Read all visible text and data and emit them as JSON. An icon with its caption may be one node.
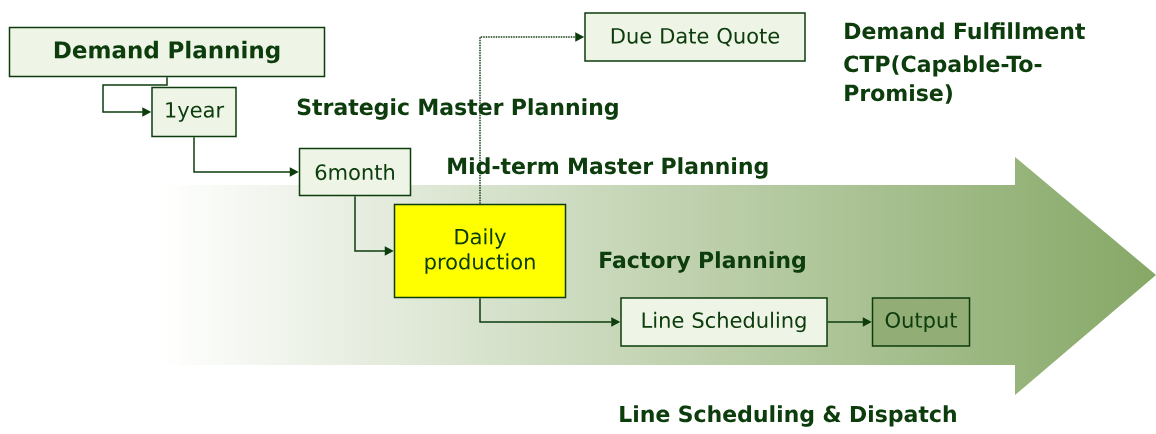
{
  "diagram": {
    "nodes": [
      {
        "text": [
          "Demand Planning"
        ]
      },
      {
        "text": [
          "1year"
        ]
      },
      {
        "text": [
          "6month"
        ]
      },
      {
        "text": [
          "Daily production"
        ]
      },
      {
        "text": [
          "Due Date Quote"
        ]
      },
      {
        "text": [
          "Line Scheduling"
        ]
      },
      {
        "text": [
          "Output"
        ]
      }
    ],
    "edges": [
      {
        "from": 0,
        "to": 1,
        "arrow": "to"
      },
      {
        "from": 1,
        "to": 2,
        "arrow": "to"
      },
      {
        "from": 2,
        "to": 3,
        "arrow": "to"
      },
      {
        "from": 3,
        "to": 4,
        "arrow": "to",
        "style": "dashed"
      },
      {
        "from": 3,
        "to": 5,
        "arrow": "to"
      },
      {
        "from": 5,
        "to": 6,
        "arrow": "to"
      }
    ],
    "labels": [
      "Demand Fulfillment",
      "CTP(Capable-To-Promise)",
      "Strategic Master Planning",
      "Mid-term Master Planning",
      "Factory Planning",
      "Line Scheduling & Dispatch"
    ]
  }
}
